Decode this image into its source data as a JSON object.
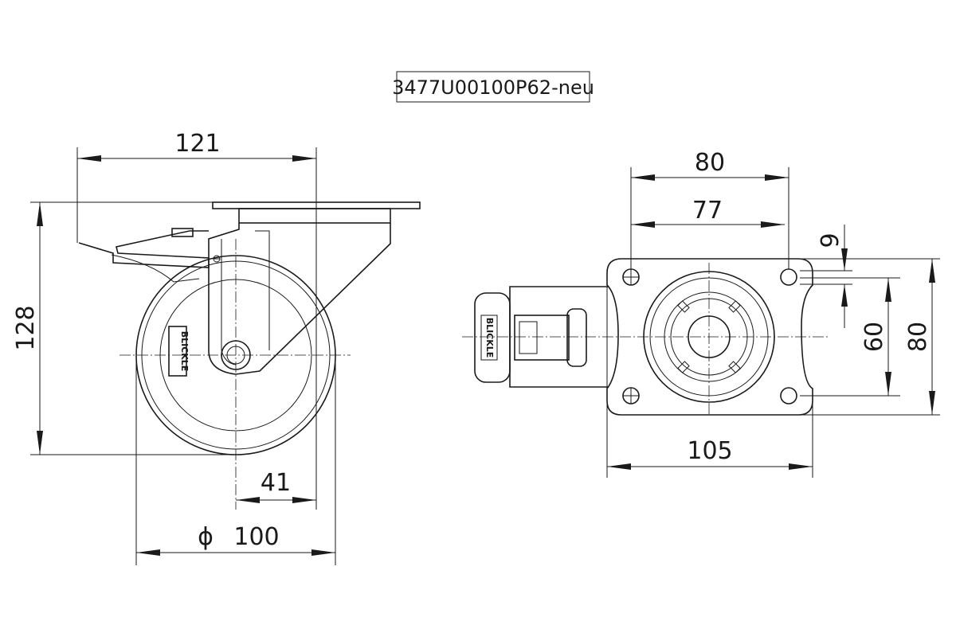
{
  "title": "3477U00100P62-neu",
  "brand_label": "BLICKLE",
  "side_view": {
    "dimensions": {
      "overall_length": "121",
      "overall_height": "128",
      "offset": "41",
      "wheel_diameter_symbol": "ϕ",
      "wheel_diameter": "100"
    }
  },
  "top_view": {
    "dimensions": {
      "plate_width_outer": "80",
      "plate_width_inner": "77",
      "bolt_hole": "9",
      "bolt_spacing": "60",
      "plate_length_side": "80",
      "plate_length": "105"
    }
  },
  "colors": {
    "line": "#1a1a1a",
    "background": "#ffffff"
  }
}
